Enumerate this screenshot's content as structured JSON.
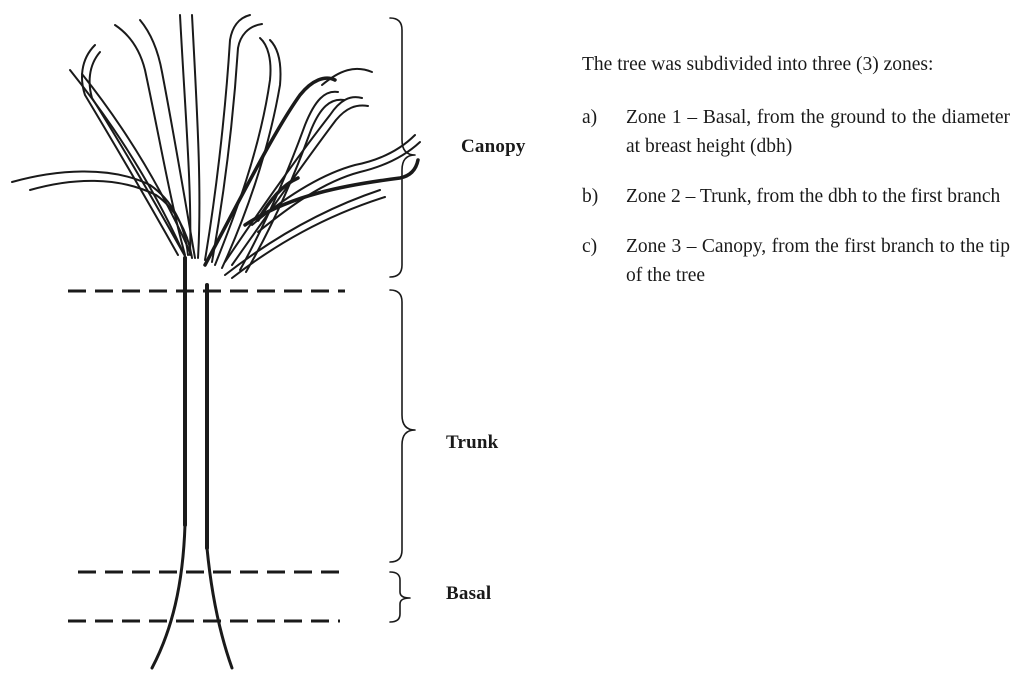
{
  "zones": {
    "canopy_label": "Canopy",
    "trunk_label": "Trunk",
    "basal_label": "Basal"
  },
  "description": {
    "intro": "The tree was subdivided into three (3) zones:",
    "items": [
      {
        "marker": "a)",
        "text": "Zone 1 – Basal, from the ground to the diameter at breast height (dbh)"
      },
      {
        "marker": "b)",
        "text": "Zone 2 – Trunk, from the dbh to the first branch"
      },
      {
        "marker": "c)",
        "text": "Zone 3 – Canopy, from the first branch to the tip of the tree"
      }
    ]
  }
}
